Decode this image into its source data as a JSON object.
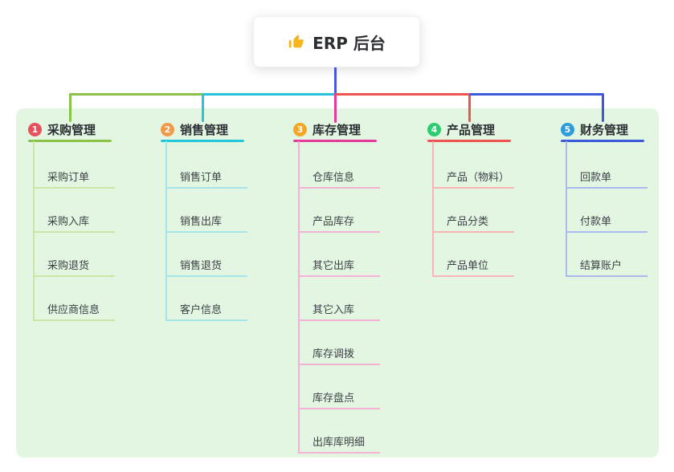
{
  "root": {
    "label": "ERP 后台",
    "icon": "thumbs-up-icon",
    "icon_color": "#f6b41d"
  },
  "canvas": {
    "background": "#ffffff",
    "panel_background": "#e3f6e2",
    "trunk_color": "#4b5ae4"
  },
  "branches": [
    {
      "badge": "1",
      "badge_color": "#e8505b",
      "color": "#8bc34a",
      "light_color": "#c9e6a4",
      "label": "采购管理",
      "items": [
        "采购订单",
        "采购入库",
        "采购退货",
        "供应商信息"
      ]
    },
    {
      "badge": "2",
      "badge_color": "#f2994a",
      "color": "#26c6da",
      "light_color": "#a5e5ec",
      "label": "销售管理",
      "items": [
        "销售订单",
        "销售出库",
        "销售退货",
        "客户信息"
      ]
    },
    {
      "badge": "3",
      "badge_color": "#f5a623",
      "color": "#e53a9c",
      "light_color": "#f5b2d6",
      "label": "库存管理",
      "items": [
        "仓库信息",
        "产品库存",
        "其它出库",
        "其它入库",
        "库存调拨",
        "库存盘点",
        "出库库明细"
      ]
    },
    {
      "badge": "4",
      "badge_color": "#2ecc71",
      "color": "#ef5350",
      "light_color": "#f7b6b5",
      "label": "产品管理",
      "items": [
        "产品（物料）",
        "产品分类",
        "产品单位"
      ]
    },
    {
      "badge": "5",
      "badge_color": "#2d9cdb",
      "color": "#3b5bdb",
      "light_color": "#aab9ef",
      "label": "财务管理",
      "items": [
        "回款单",
        "付款单",
        "结算账户"
      ]
    }
  ]
}
